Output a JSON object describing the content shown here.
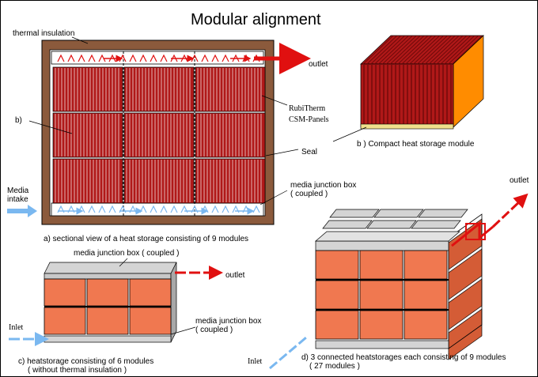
{
  "title": "Modular alignment",
  "labels": {
    "thermal_insulation": "thermal insulation",
    "outlet_a": "outlet",
    "b_marker": "b)",
    "rubitherm_1": "RubiTherm",
    "rubitherm_2": "CSM-Panels",
    "seal": "Seal",
    "media_intake_1": "Media",
    "media_intake_2": "intake",
    "junction_a_1": "media junction box",
    "junction_a_2": "( coupled )",
    "caption_a": "a) sectional view of a heat storage consisting of 9 modules",
    "caption_b": "b ) Compact heat storage module",
    "junction_c_top": "media junction box ( coupled )",
    "outlet_c": "outlet",
    "inlet_c": "Inlet",
    "junction_c_bot_1": "media junction box",
    "junction_c_bot_2": "( coupled )",
    "caption_c_1": "c) heatstorage consisting of 6 modules",
    "caption_c_2": "( without thermal insulation )",
    "outlet_d": "outlet",
    "inlet_d": "Inlet",
    "caption_d_1": "d) 3 connected heatstorages each consisting of 9 modules",
    "caption_d_2": "( 27 modules )"
  },
  "colors": {
    "insulation": "#8b5a3c",
    "panel_red": "#b01818",
    "panel_dark": "#6e0a0a",
    "module_orange": "#f07850",
    "module_orange_side": "#d45c36",
    "cover_gray": "#d4d4d4",
    "arrow_red": "#e01010",
    "arrow_blue": "#7ab8f0",
    "orange_face": "#ff8c00",
    "seal_yellow": "#f0e08c"
  }
}
